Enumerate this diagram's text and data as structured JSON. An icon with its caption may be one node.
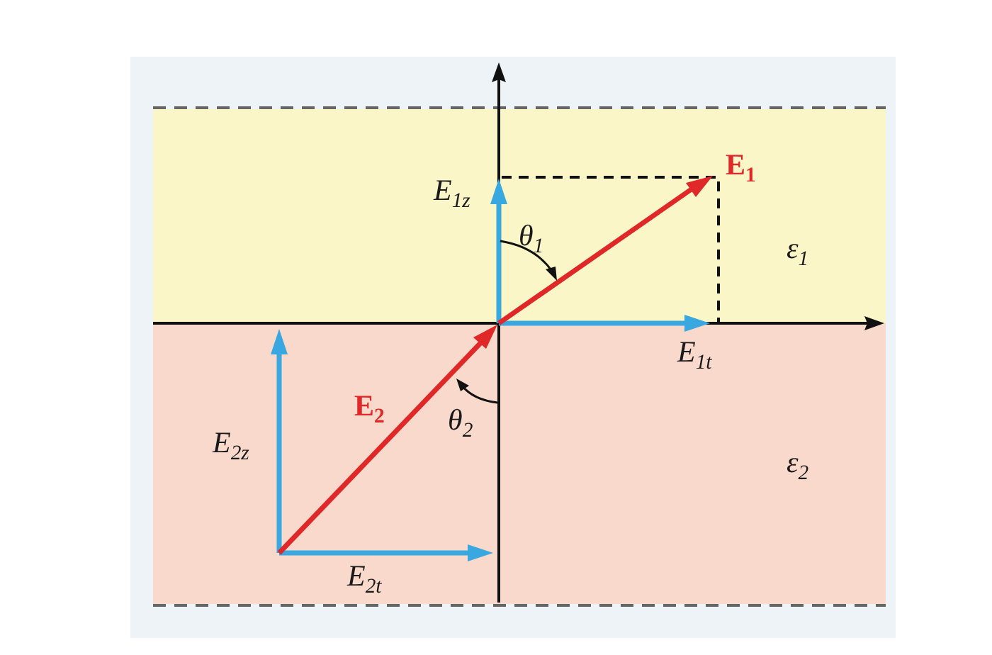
{
  "diagram": {
    "labels": [
      "E$_{1z}$",
      "E$_{1}$",
      "θ$_{1}$",
      "ε$_{1}$",
      "E$_{1t}$",
      "E$_{2}$",
      "θ$_{2}$",
      "E$_{2z}$",
      "ε$_{2}$",
      "E$_{2t}$"
    ]
  }
}
